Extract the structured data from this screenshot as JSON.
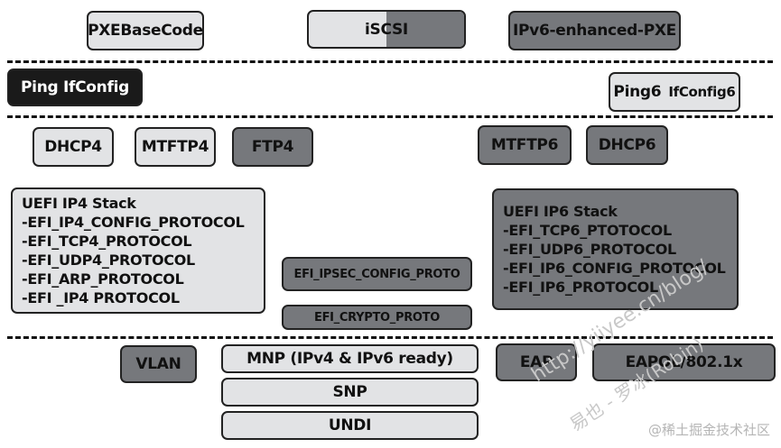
{
  "top_row": {
    "pxebasecode": "PXEBaseCode",
    "iscsi": "iSCSI",
    "ipv6_pxe": "IPv6-enhanced-PXE"
  },
  "apps": {
    "ping_ifconfig": "Ping IfConfig",
    "ping6": "Ping6",
    "ifconfig6": "IfConfig6"
  },
  "protocols": {
    "dhcp4": "DHCP4",
    "mtftp4": "MTFTP4",
    "ftp4": "FTP4",
    "mtftp6": "MTFTP6",
    "dhcp6": "DHCP6"
  },
  "ip4_stack": {
    "title": "UEFI IP4 Stack",
    "lines": [
      "-EFI_IP4_CONFIG_PROTOCOL",
      "-EFI_TCP4_PROTOCOL",
      "-EFI_UDP4_PROTOCOL",
      "-EFI_ARP_PROTOCOL",
      "-EFI _IP4 PROTOCOL"
    ]
  },
  "ip6_stack": {
    "title": "UEFI IP6 Stack",
    "lines": [
      "-EFI_TCP6_PTOTOCOL",
      "-EFI_UDP6_PROTOCOL",
      "-EFI_IP6_CONFIG_PROTOCOL",
      "-EFI_IP6_PROTOCOL"
    ]
  },
  "security": {
    "ipsec": "EFI_IPSEC_CONFIG_PROTO",
    "crypto": "EFI_CRYPTO_PROTO"
  },
  "link_layer": {
    "vlan": "VLAN",
    "mnp": "MNP (IPv4 & IPv6 ready)",
    "snp": "SNP",
    "undi": "UNDI",
    "eap": "EAP",
    "eapol": "EAPOL/802.1x"
  },
  "watermark": "http://yiiyee.cn/blog/",
  "watermark2": "易也 - 罗冰(Robin)",
  "credit": "@稀土掘金技术社区",
  "colors": {
    "light": "#e2e3e5",
    "mid": "#a9abaf",
    "dark": "#76787c",
    "black": "#1a1a1a"
  }
}
